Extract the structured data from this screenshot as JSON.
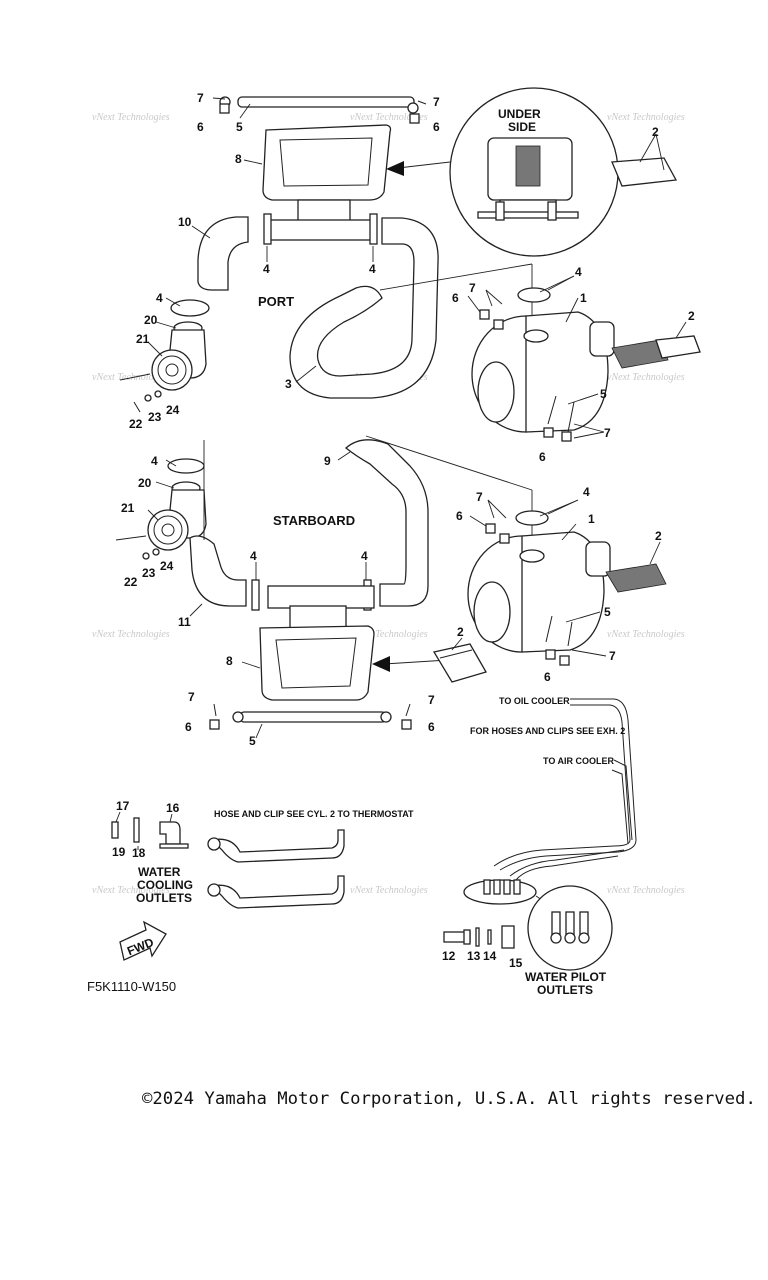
{
  "diagram": {
    "section_labels": {
      "port": "PORT",
      "starboard": "STARBOARD",
      "under_side_line1": "UNDER",
      "under_side_line2": "SIDE"
    },
    "notes": {
      "to_oil_cooler": "TO OIL COOLER",
      "hoses_clips": "FOR HOSES AND CLIPS SEE EXH. 2",
      "to_air_cooler": "TO AIR COOLER",
      "thermostat": "HOSE AND CLIP SEE CYL. 2 TO THERMOSTAT",
      "water_cooling_1": "WATER",
      "water_cooling_2": "COOLING",
      "water_cooling_3": "OUTLETS",
      "water_pilot_1": "WATER PILOT",
      "water_pilot_2": "OUTLETS",
      "fwd": "FWD"
    },
    "figure_code": "F5K1110-W150",
    "watermark": "vNext Technologies",
    "callouts": {
      "c1": "1",
      "c2": "2",
      "c3": "3",
      "c4": "4",
      "c5": "5",
      "c6": "6",
      "c7": "7",
      "c8": "8",
      "c9": "9",
      "c10": "10",
      "c11": "11",
      "c12": "12",
      "c13": "13",
      "c14": "14",
      "c15": "15",
      "c16": "16",
      "c17": "17",
      "c18": "18",
      "c19": "19",
      "c20": "20",
      "c21": "21",
      "c22": "22",
      "c23": "23",
      "c24": "24"
    }
  },
  "footer": {
    "copyright": "©2024 Yamaha Motor Corporation, U.S.A. All rights reserved."
  }
}
